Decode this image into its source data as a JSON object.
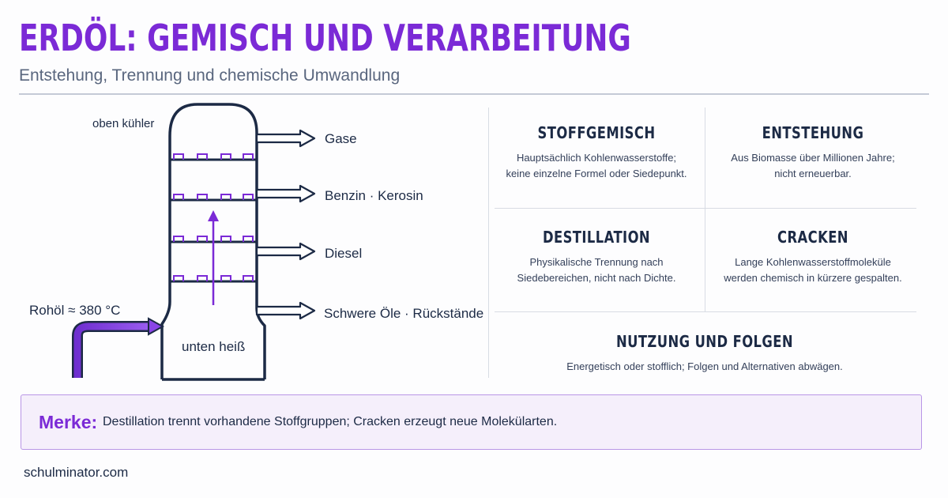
{
  "header": {
    "title": "Erdöl: Gemisch und Verarbeitung",
    "subtitle": "Entstehung, Trennung und chemische Umwandlung"
  },
  "diagram": {
    "top_label": "oben kühler",
    "bottom_label": "unten heiß",
    "input_label": "Rohöl ≈ 380 °C",
    "fractions": [
      "Gase",
      "Benzin · Kerosin",
      "Diesel",
      "Schwere Öle · Rückstände"
    ]
  },
  "cards": [
    {
      "title": "STOFFGEMISCH",
      "line1": "Hauptsächlich Kohlenwasserstoffe;",
      "line2": "keine einzelne Formel oder Siedepunkt."
    },
    {
      "title": "ENTSTEHUNG",
      "line1": "Aus Biomasse über Millionen Jahre;",
      "line2": "nicht erneuerbar."
    },
    {
      "title": "DESTILLATION",
      "line1": "Physikalische Trennung nach",
      "line2": "Siedebereichen, nicht nach Dichte."
    },
    {
      "title": "CRACKEN",
      "line1": "Lange Kohlenwasserstoffmoleküle",
      "line2": "werden chemisch in kürzere gespalten."
    },
    {
      "title": "NUTZUNG UND FOLGEN",
      "line1": "Energetisch oder stofflich; Folgen und Alternativen abwägen.",
      "line2": ""
    }
  ],
  "merke": {
    "label": "Merke:",
    "text": "Destillation trennt vorhandene Stoffgruppen; Cracken erzeugt neue Molekülarten."
  },
  "footer": {
    "site": "schulminator.com"
  },
  "colors": {
    "accent": "#7b2ad6",
    "navy": "#1c2a45",
    "muted": "#59667e",
    "box_bg": "#f5effb"
  }
}
